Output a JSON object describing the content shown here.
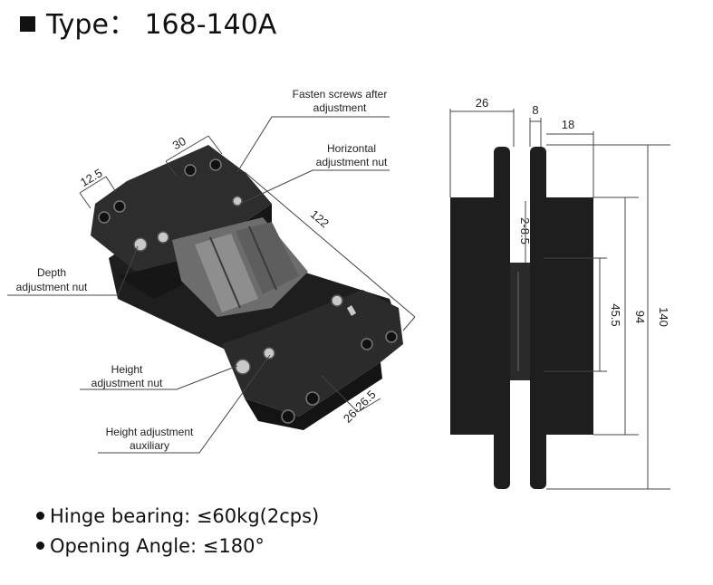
{
  "title": "Type： 168-140A",
  "callouts": {
    "fasten": [
      "Fasten screws after",
      "adjustment"
    ],
    "horizontal": [
      "Horizontal",
      "adjustment nut"
    ],
    "depth": [
      "Depth",
      "adjustment nut"
    ],
    "height": [
      "Height",
      "adjustment nut"
    ],
    "height_aux": [
      "Height adjustment",
      "auxiliary"
    ]
  },
  "dimensions": {
    "persp_width": "30",
    "persp_end": "12.5",
    "persp_length": "122",
    "persp_depth": "26-26.5",
    "side_body": "26",
    "side_gap": "8",
    "side_leaf": "18",
    "side_adjust": "2-8.5",
    "side_mid": "45.5",
    "side_body_len": "94",
    "side_total_len": "140"
  },
  "specs": [
    "Hinge bearing: ≤60kg(2cps)",
    "Opening Angle: ≤180°"
  ],
  "colors": {
    "hinge_body": "#2b2b2b",
    "hinge_dark": "#1a1a1a",
    "screw": "#c9c9c9",
    "line": "#444444"
  }
}
